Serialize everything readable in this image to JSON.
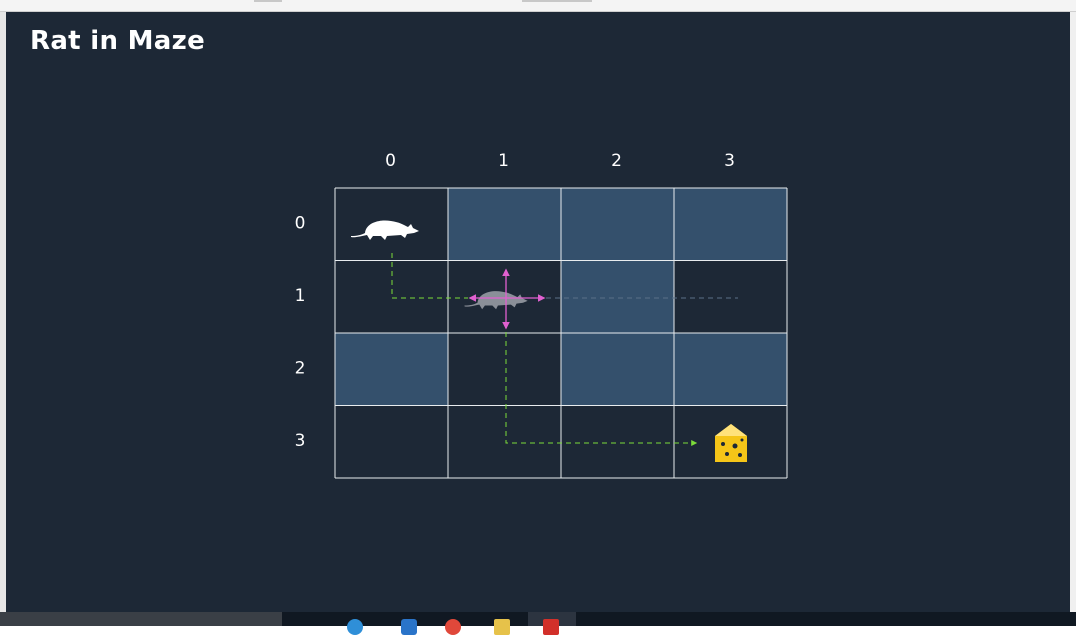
{
  "title": "Rat in Maze",
  "maze": {
    "col_labels": [
      "0",
      "1",
      "2",
      "3"
    ],
    "row_labels": [
      "0",
      "1",
      "2",
      "3"
    ],
    "cells": [
      [
        0,
        1,
        1,
        1
      ],
      [
        0,
        0,
        1,
        0
      ],
      [
        1,
        0,
        1,
        1
      ],
      [
        0,
        0,
        0,
        0
      ]
    ],
    "rat_start": {
      "row": 0,
      "col": 0
    },
    "rat_current": {
      "row": 1,
      "col": 1
    },
    "cheese": {
      "row": 3,
      "col": 3
    }
  },
  "colors": {
    "background": "#1d2836",
    "blocked_cell": "#34506c",
    "grid_line": "#e8ecef",
    "path": "#7cdc3a",
    "direction_arrows": "#e060d0",
    "cheese": "#f5c518",
    "rat": "#ffffff",
    "rat_ghost": "#8a8f98"
  },
  "icons": {
    "rat": "rat-icon",
    "cheese": "cheese-icon"
  }
}
